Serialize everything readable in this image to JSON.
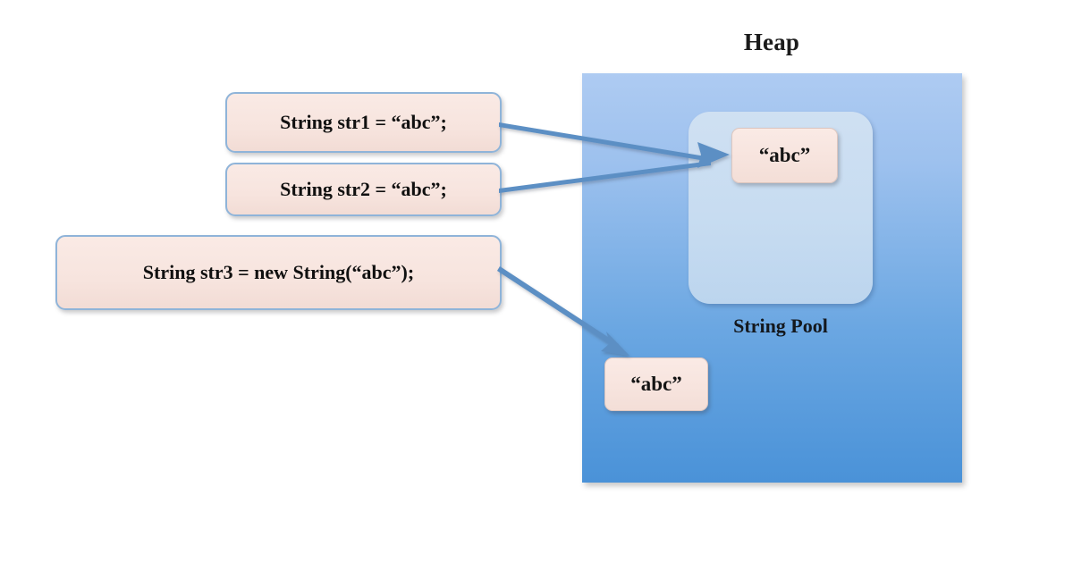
{
  "diagram": {
    "title": "Heap",
    "pool_label": "String Pool",
    "statements": [
      {
        "id": "str1",
        "text": "String str1 = “abc”;"
      },
      {
        "id": "str2",
        "text": "String str2 = “abc”;"
      },
      {
        "id": "str3",
        "text": "String str3 = new String(“abc”);"
      }
    ],
    "objects": [
      {
        "id": "pool-literal",
        "label": "“abc”",
        "location": "String Pool"
      },
      {
        "id": "heap-object",
        "label": "“abc”",
        "location": "Heap"
      }
    ],
    "arrows": [
      {
        "from": "str1",
        "to": "pool-literal"
      },
      {
        "from": "str2",
        "to": "pool-literal"
      },
      {
        "from": "str3",
        "to": "heap-object"
      }
    ],
    "colors": {
      "heap_top": "#aecbf2",
      "heap_bottom": "#4a92d8",
      "pool_fill": "#c7dcf1",
      "box_fill": "#f7e4de",
      "box_border": "#8fb4d9",
      "arrow": "#5b8fc4",
      "text": "#141414",
      "background": "#ffffff"
    }
  }
}
